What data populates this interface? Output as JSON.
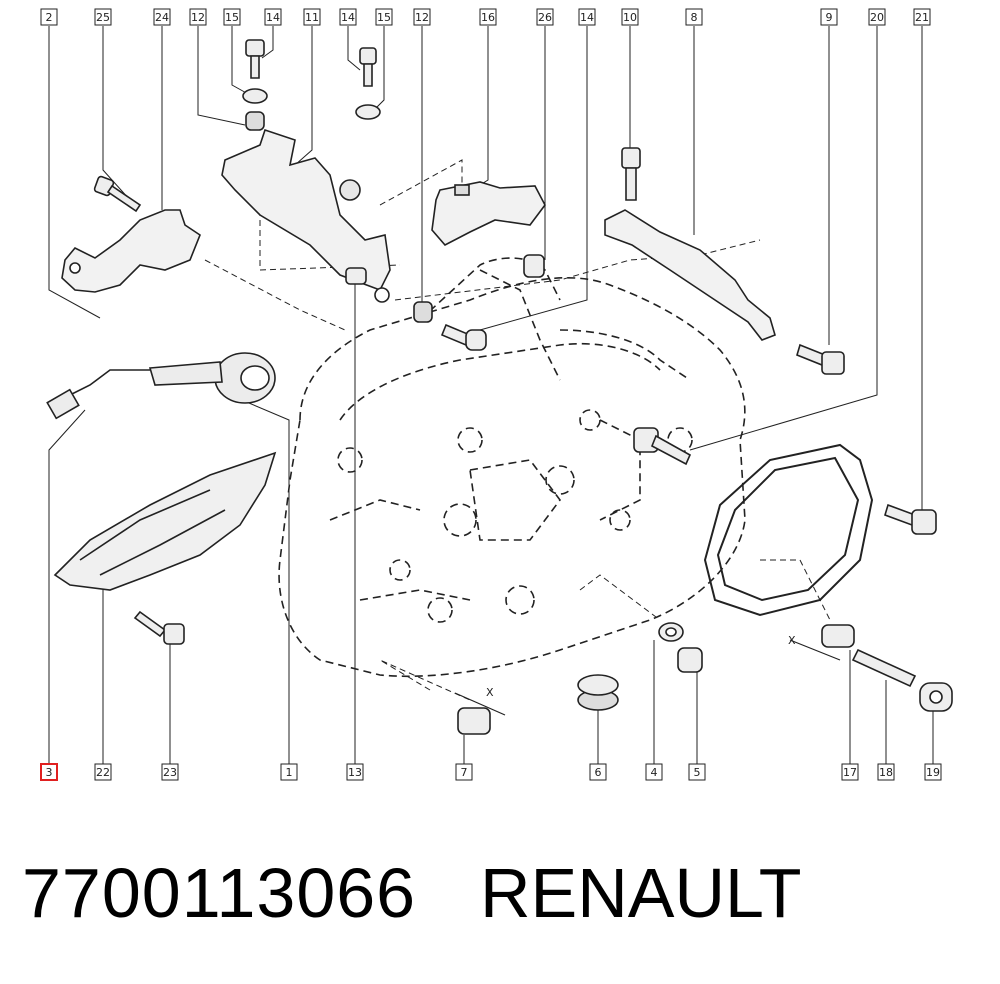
{
  "footer": {
    "part_number": "7700113066",
    "brand": "RENAULT"
  },
  "callouts_top": [
    "2",
    "25",
    "24",
    "12",
    "15",
    "14",
    "11",
    "14",
    "15",
    "12",
    "16",
    "26",
    "14",
    "10",
    "8",
    "9",
    "20",
    "21"
  ],
  "callouts_bottom": [
    "3",
    "22",
    "23",
    "1",
    "13",
    "7",
    "6",
    "4",
    "5",
    "17",
    "18",
    "19"
  ],
  "highlighted_callout": "3",
  "highlight_color": "#e02020",
  "dimension_marks": [
    "X",
    "X"
  ]
}
